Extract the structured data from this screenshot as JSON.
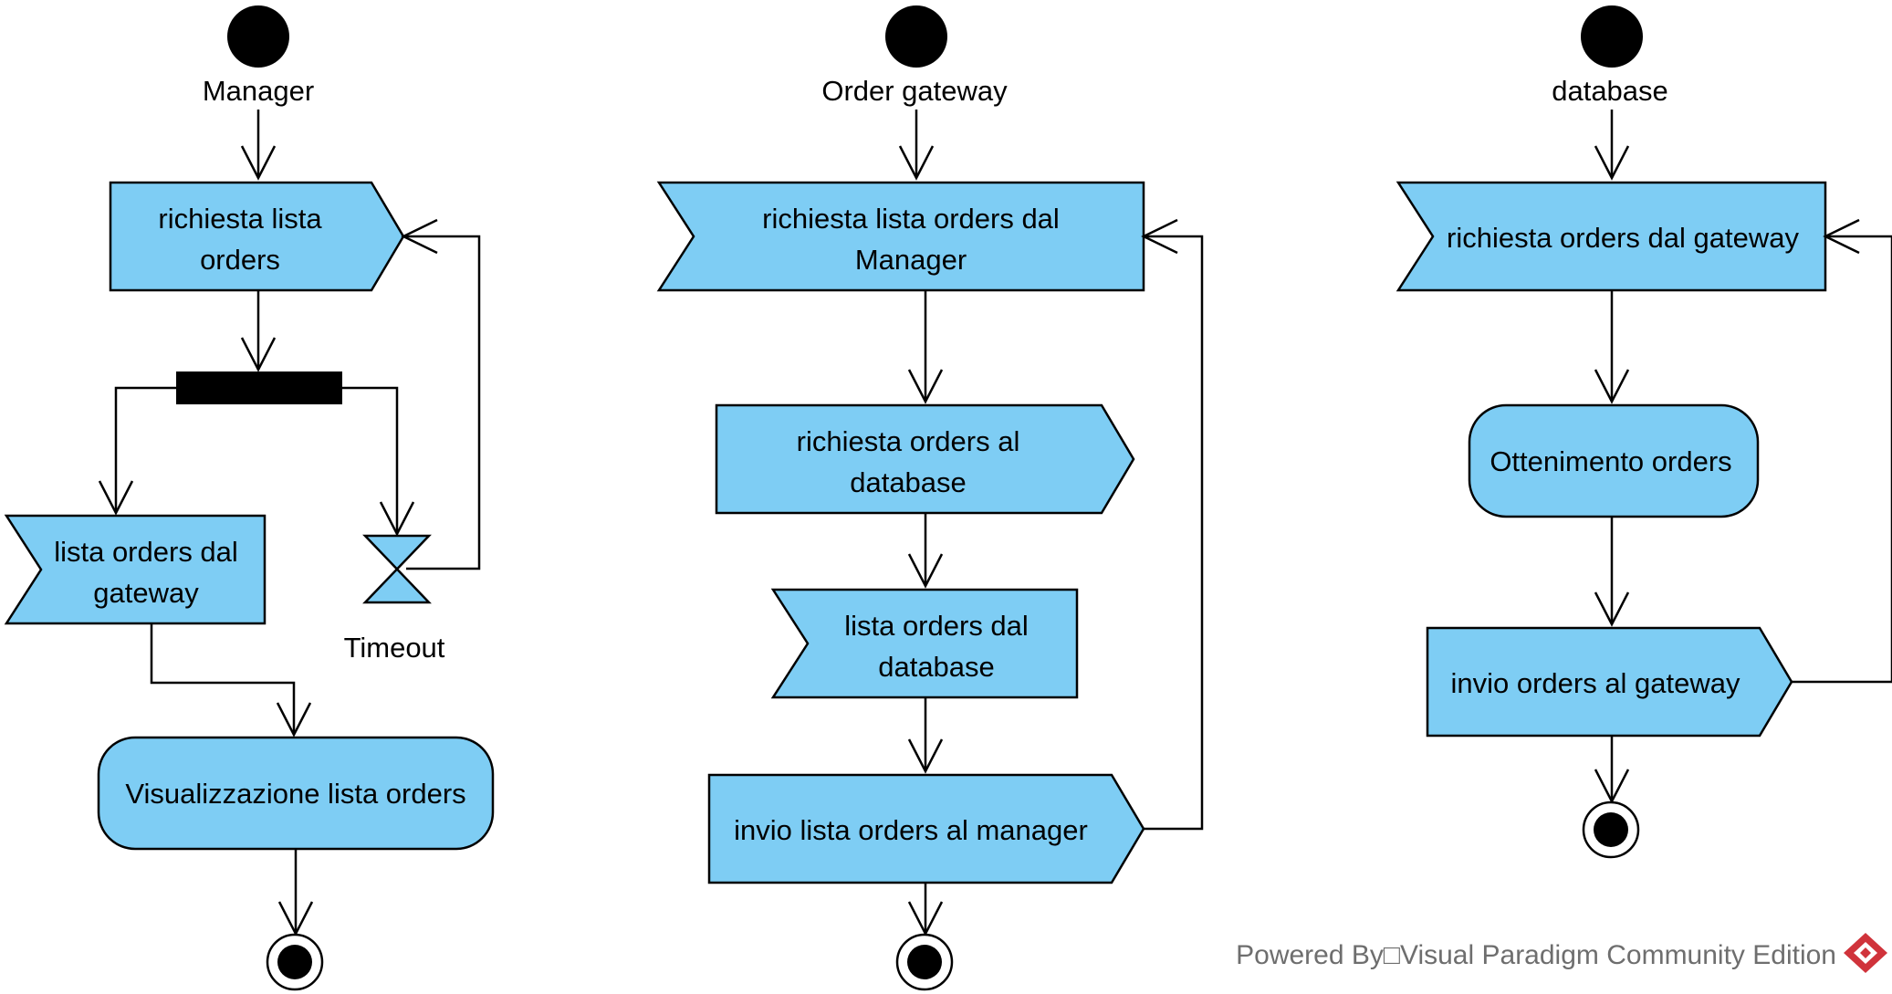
{
  "diagram": {
    "swimlanes": [
      {
        "name": "Manager"
      },
      {
        "name": "Order gateway"
      },
      {
        "name": "database"
      }
    ],
    "nodes": {
      "m_recv_req": [
        "richiesta lista",
        "orders"
      ],
      "m_recv_list": [
        "lista orders dal",
        "gateway"
      ],
      "m_timeout": [
        "Timeout"
      ],
      "m_visual": [
        "Visualizzazione lista orders"
      ],
      "g_recv_req": [
        "richiesta lista orders dal",
        "Manager"
      ],
      "g_send_db": [
        "richiesta orders al",
        "database"
      ],
      "g_recv_db": [
        "lista orders dal",
        "database"
      ],
      "g_send_mgr": [
        "invio lista orders al manager"
      ],
      "d_recv_req": [
        "richiesta orders dal gateway"
      ],
      "d_fetch": [
        "Ottenimento orders"
      ],
      "d_send": [
        "invio orders al gateway"
      ]
    },
    "watermark": "Powered By□Visual Paradigm Community Edition"
  },
  "colors": {
    "node_fill": "#7ecdf4",
    "stroke": "#000000",
    "watermark": "#6e6e6e",
    "logo_red": "#d0333b"
  }
}
